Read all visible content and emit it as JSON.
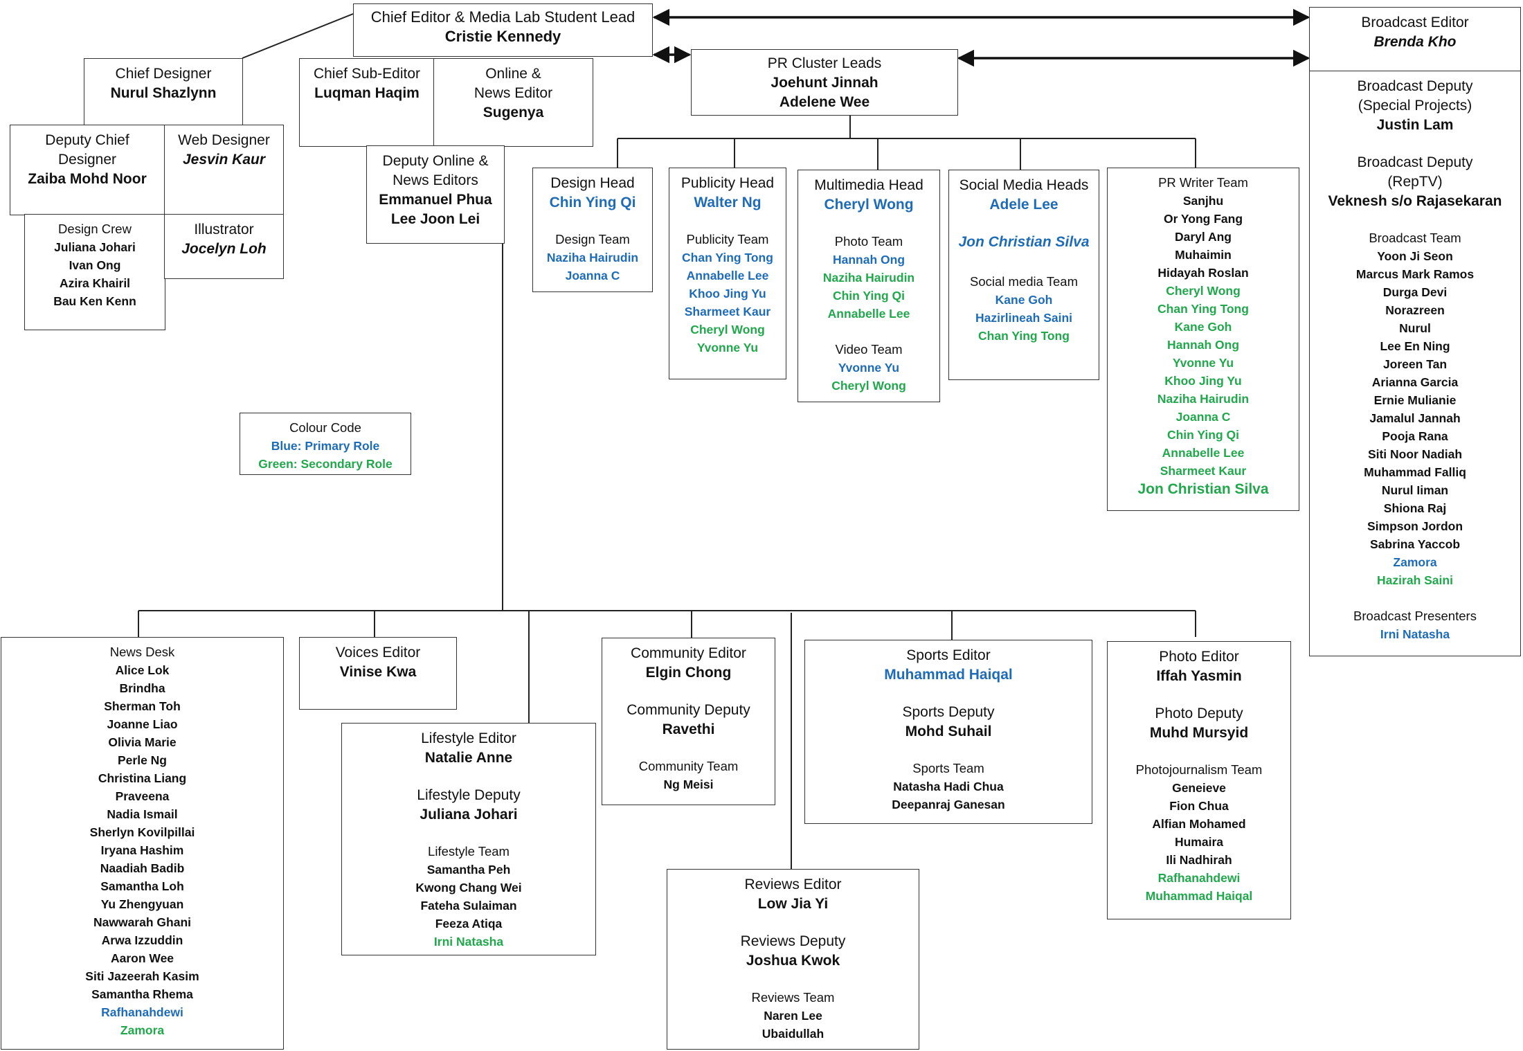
{
  "colors": {
    "primary_role": "#1e6cb8",
    "secondary_role": "#21a74c",
    "text": "#111111",
    "line": "#222222"
  },
  "top": {
    "chief_editor": {
      "role": "Chief Editor & Media Lab Student Lead",
      "name": "Cristie Kennedy"
    },
    "broadcast_editor": {
      "role": "Broadcast Editor",
      "name": "Brenda Kho"
    },
    "pr_cluster": {
      "role": "PR Cluster Leads",
      "names": [
        "Joehunt Jinnah",
        "Adelene Wee"
      ]
    }
  },
  "design": {
    "chief_designer": {
      "role": "Chief Designer",
      "name": "Nurul Shazlynn"
    },
    "deputy_chief_designer": {
      "role_lines": [
        "Deputy Chief",
        "Designer"
      ],
      "name": "Zaiba Mohd Noor"
    },
    "web_designer": {
      "role": "Web Designer",
      "name": "Jesvin Kaur"
    },
    "design_crew": {
      "title": "Design Crew",
      "members": [
        "Juliana Johari",
        "Ivan Ong",
        "Azira Khairil",
        "Bau Ken Kenn"
      ]
    },
    "illustrator": {
      "role": "Illustrator",
      "name": "Jocelyn Loh"
    }
  },
  "editorial": {
    "chief_sub_editor": {
      "role": "Chief Sub-Editor",
      "name": "Luqman Haqim"
    },
    "online_news_editor": {
      "role_lines": [
        "Online &",
        "News Editor"
      ],
      "name": "Sugenya"
    },
    "deputy_online_news": {
      "role_lines": [
        "Deputy Online &",
        "News Editors"
      ],
      "names": [
        "Emmanuel Phua",
        "Lee Joon Lei"
      ]
    }
  },
  "colour_code": {
    "title": "Colour Code",
    "blue": "Blue: Primary Role",
    "green": "Green: Secondary Role"
  },
  "pr": {
    "design_head": {
      "role": "Design Head",
      "name": "Chin Ying Qi",
      "team_title": "Design Team",
      "team": [
        "Naziha Hairudin",
        "Joanna C"
      ]
    },
    "publicity_head": {
      "role": "Publicity Head",
      "name": "Walter Ng",
      "team_title": "Publicity Team",
      "team_primary": [
        "Chan Ying Tong",
        "Annabelle Lee",
        "Khoo Jing Yu",
        "Sharmeet Kaur"
      ],
      "team_secondary": [
        "Cheryl Wong",
        "Yvonne Yu"
      ]
    },
    "multimedia_head": {
      "role": "Multimedia Head",
      "name": "Cheryl Wong",
      "photo_title": "Photo Team",
      "photo_primary": [
        "Hannah Ong"
      ],
      "photo_secondary": [
        "Naziha Hairudin",
        "Chin Ying Qi",
        "Annabelle Lee"
      ],
      "video_title": "Video Team",
      "video_primary": [
        "Yvonne Yu"
      ],
      "video_secondary": [
        "Cheryl Wong"
      ]
    },
    "social_media_heads": {
      "role": "Social Media Heads",
      "names": [
        "Adele Lee",
        "Jon Christian Silva"
      ],
      "team_title": "Social media Team",
      "team_primary": [
        "Kane Goh",
        "Hazirlineah Saini"
      ],
      "team_secondary": [
        "Chan Ying Tong"
      ]
    },
    "pr_writer_team": {
      "title": "PR Writer Team",
      "primary": [
        "Sanjhu",
        "Or Yong Fang",
        "Daryl Ang",
        "Muhaimin",
        "Hidayah Roslan"
      ],
      "secondary": [
        "Cheryl Wong",
        "Chan Ying Tong",
        "Kane Goh",
        "Hannah Ong",
        "Yvonne Yu",
        "Khoo Jing Yu",
        "Naziha Hairudin",
        "Joanna C",
        "Chin Ying Qi",
        "Annabelle Lee",
        "Sharmeet Kaur"
      ],
      "last": "Jon Christian Silva"
    }
  },
  "broadcast": {
    "deputy_special": {
      "role_lines": [
        "Broadcast Deputy",
        "(Special Projects)"
      ],
      "name": "Justin Lam"
    },
    "deputy_reptv": {
      "role_lines": [
        "Broadcast Deputy",
        "(RepTV)"
      ],
      "name": "Veknesh s/o Rajasekaran"
    },
    "team_title": "Broadcast Team",
    "team": [
      "Yoon Ji Seon",
      "Marcus Mark Ramos",
      "Durga Devi",
      "Norazreen",
      "Nurul",
      "Lee En Ning",
      "Joreen Tan",
      "Arianna Garcia",
      "Ernie Mulianie",
      "Jamalul Jannah",
      "Pooja Rana",
      "Siti Noor Nadiah",
      "Muhammad Falliq",
      "Nurul Iiman",
      "Shiona Raj",
      "Simpson Jordon",
      "Sabrina Yaccob"
    ],
    "team_blue": [
      "Zamora"
    ],
    "team_green": [
      "Hazirah Saini"
    ],
    "presenters_title": "Broadcast Presenters",
    "presenters": [
      "Irni Natasha"
    ]
  },
  "desks": {
    "news_desk": {
      "title": "News Desk",
      "members": [
        "Alice Lok",
        "Brindha",
        "Sherman Toh",
        "Joanne Liao",
        "Olivia Marie",
        "Perle Ng",
        "Christina Liang",
        "Praveena",
        "Nadia Ismail",
        "Sherlyn Kovilpillai",
        "Iryana Hashim",
        "Naadiah Badib",
        "Samantha Loh",
        "Yu Zhengyuan",
        "Nawwarah Ghani",
        "Arwa Izzuddin",
        "Aaron Wee",
        "Siti Jazeerah Kasim",
        "Samantha Rhema"
      ],
      "blue": [
        "Rafhanahdewi"
      ],
      "green": [
        "Zamora"
      ]
    },
    "voices": {
      "role": "Voices Editor",
      "name": "Vinise Kwa"
    },
    "lifestyle": {
      "role": "Lifestyle Editor",
      "name": "Natalie Anne",
      "deputy_role": "Lifestyle Deputy",
      "deputy_name": "Juliana Johari",
      "team_title": "Lifestyle Team",
      "team": [
        "Samantha Peh",
        "Kwong Chang Wei",
        "Fateha Sulaiman",
        "Feeza Atiqa"
      ],
      "team_green": [
        "Irni Natasha"
      ]
    },
    "community": {
      "role": "Community Editor",
      "name": "Elgin Chong",
      "deputy_role": "Community Deputy",
      "deputy_name": "Ravethi",
      "team_title": "Community Team",
      "team": [
        "Ng Meisi"
      ]
    },
    "reviews": {
      "role": "Reviews Editor",
      "name": "Low Jia Yi",
      "deputy_role": "Reviews Deputy",
      "deputy_name": "Joshua Kwok",
      "team_title": "Reviews Team",
      "team": [
        "Naren Lee",
        "Ubaidullah"
      ]
    },
    "sports": {
      "role": "Sports Editor",
      "name": "Muhammad Haiqal",
      "deputy_role": "Sports Deputy",
      "deputy_name": "Mohd Suhail",
      "team_title": "Sports Team",
      "team": [
        "Natasha Hadi Chua",
        "Deepanraj Ganesan"
      ]
    },
    "photo": {
      "role": "Photo Editor",
      "name": "Iffah Yasmin",
      "deputy_role": "Photo Deputy",
      "deputy_name": "Muhd Mursyid",
      "team_title": "Photojournalism Team",
      "team": [
        "Geneieve",
        "Fion Chua",
        "Alfian Mohamed",
        "Humaira",
        "Ili Nadhirah"
      ],
      "team_green": [
        "Rafhanahdewi",
        "Muhammad Haiqal"
      ]
    }
  }
}
